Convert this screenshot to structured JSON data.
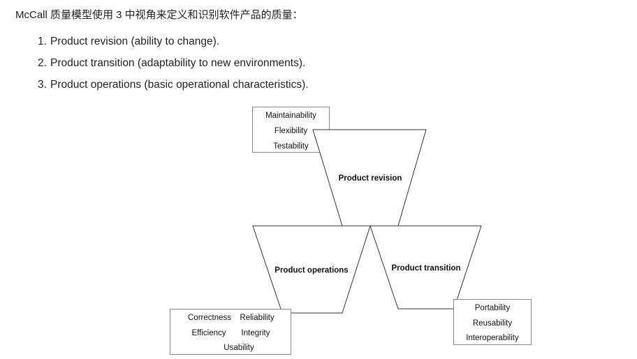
{
  "intro": "McCall 质量模型使用 3 中视角来定义和识别软件产品的质量：",
  "perspectives": [
    {
      "num": "1.",
      "text": "Product revision (ability to change)."
    },
    {
      "num": "2.",
      "text": "Product transition (adaptability to new environments)."
    },
    {
      "num": "3.",
      "text": "Product operations (basic operational characteristics)."
    }
  ],
  "diagram": {
    "revision": {
      "title": "Product revision",
      "factors": [
        "Maintainability",
        "Flexibility",
        "Testability"
      ]
    },
    "operations": {
      "title": "Product operations",
      "factors": [
        "Correctness",
        "Reliability",
        "Efficiency",
        "Integrity",
        "Usability"
      ]
    },
    "transition": {
      "title": "Product transition",
      "factors": [
        "Portability",
        "Reusability",
        "Interoperability"
      ]
    }
  }
}
